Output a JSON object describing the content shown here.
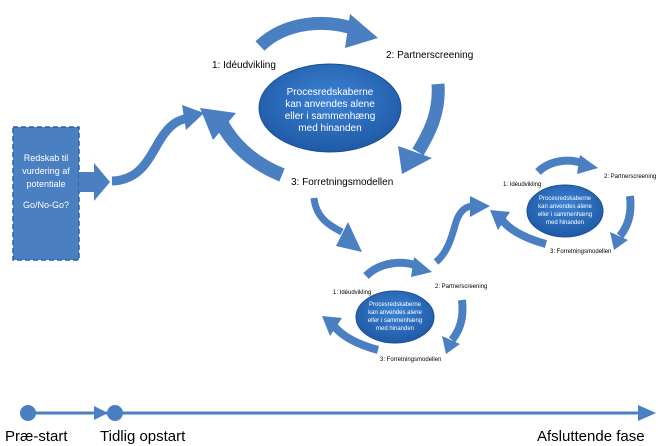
{
  "assessment_box": {
    "lines": [
      "Redskab til",
      "vurdering af",
      "potentiale"
    ],
    "decision": "Go/No-Go?"
  },
  "large_cycle": {
    "steps": [
      "1: Idéudvikling",
      "2: Partnerscreening",
      "3: Forretningsmodellen"
    ],
    "center_lines": [
      "Procesredskaberne",
      "kan anvendes alene",
      "eller i sammenhæng",
      "med hinanden"
    ]
  },
  "middle_cycle": {
    "steps": [
      "1: Idéudvikling",
      "2: Partnerscreening",
      "3: Forretningsmodellen"
    ],
    "center_lines": [
      "Procesredskaberne",
      "kan anvendes alene",
      "eller i sammenhæng",
      "med hinanden"
    ]
  },
  "right_cycle": {
    "steps": [
      "1: Idéudvikling",
      "2: Partnerscreening",
      "3: Forretningsmodellen"
    ],
    "center_lines": [
      "Procesredskaberne",
      "kan anvendes alene",
      "eller i sammenhæng",
      "med hinanden"
    ]
  },
  "timeline": {
    "labels": [
      "Præ-start",
      "Tidlig opstart",
      "Afsluttende fase"
    ]
  },
  "colors": {
    "ellipse": "#2e6dbd",
    "arrow": "#4a7fc1",
    "box_fill": "#4a7fc1",
    "box_border": "#2f5f9a",
    "timeline": "#4a7fc1"
  }
}
